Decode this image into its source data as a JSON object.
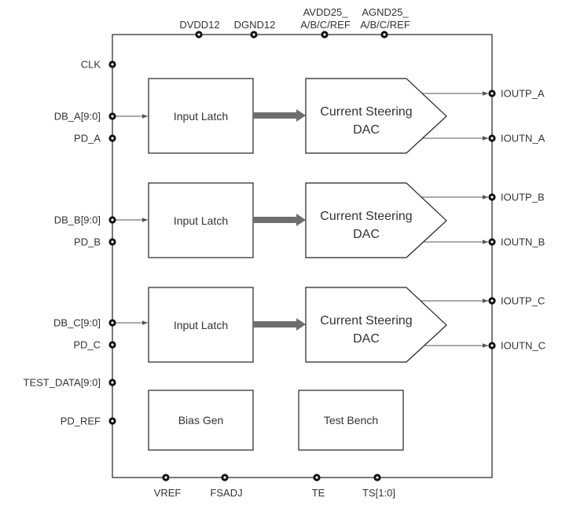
{
  "top_pins": [
    {
      "name": "dvdd12-pin",
      "lines": [
        "DVDD12"
      ]
    },
    {
      "name": "dgnd12-pin",
      "lines": [
        "DGND12"
      ]
    },
    {
      "name": "avdd25-pin",
      "lines": [
        "AVDD25_",
        "A/B/C/REF"
      ]
    },
    {
      "name": "agnd25-pin",
      "lines": [
        "AGND25_",
        "A/B/C/REF"
      ]
    }
  ],
  "left_pins": [
    {
      "name": "clk-pin",
      "label": "CLK"
    },
    {
      "name": "db-a-pin",
      "label": "DB_A[9:0]"
    },
    {
      "name": "pd-a-pin",
      "label": "PD_A"
    },
    {
      "name": "db-b-pin",
      "label": "DB_B[9:0]"
    },
    {
      "name": "pd-b-pin",
      "label": "PD_B"
    },
    {
      "name": "db-c-pin",
      "label": "DB_C[9:0]"
    },
    {
      "name": "pd-c-pin",
      "label": "PD_C"
    },
    {
      "name": "test-data-pin",
      "label": "TEST_DATA[9:0]"
    },
    {
      "name": "pd-ref-pin",
      "label": "PD_REF"
    }
  ],
  "right_pins": [
    {
      "name": "ioutp-a-pin",
      "label": "IOUTP_A"
    },
    {
      "name": "ioutn-a-pin",
      "label": "IOUTN_A"
    },
    {
      "name": "ioutp-b-pin",
      "label": "IOUTP_B"
    },
    {
      "name": "ioutn-b-pin",
      "label": "IOUTN_B"
    },
    {
      "name": "ioutp-c-pin",
      "label": "IOUTP_C"
    },
    {
      "name": "ioutn-c-pin",
      "label": "IOUTN_C"
    }
  ],
  "bottom_pins": [
    {
      "name": "vref-pin",
      "label": "VREF"
    },
    {
      "name": "fsadj-pin",
      "label": "FSADJ"
    },
    {
      "name": "te-pin",
      "label": "TE"
    },
    {
      "name": "ts-pin",
      "label": "TS[1:0]"
    }
  ],
  "channels": [
    {
      "name": "channel-a",
      "latch_label": "Input Latch",
      "dac_lines": [
        "Current Steering",
        "DAC"
      ]
    },
    {
      "name": "channel-b",
      "latch_label": "Input Latch",
      "dac_lines": [
        "Current Steering",
        "DAC"
      ]
    },
    {
      "name": "channel-c",
      "latch_label": "Input Latch",
      "dac_lines": [
        "Current Steering",
        "DAC"
      ]
    }
  ],
  "aux_blocks": [
    {
      "name": "bias-gen-block",
      "label": "Bias Gen"
    },
    {
      "name": "test-bench-block",
      "label": "Test Bench"
    }
  ]
}
